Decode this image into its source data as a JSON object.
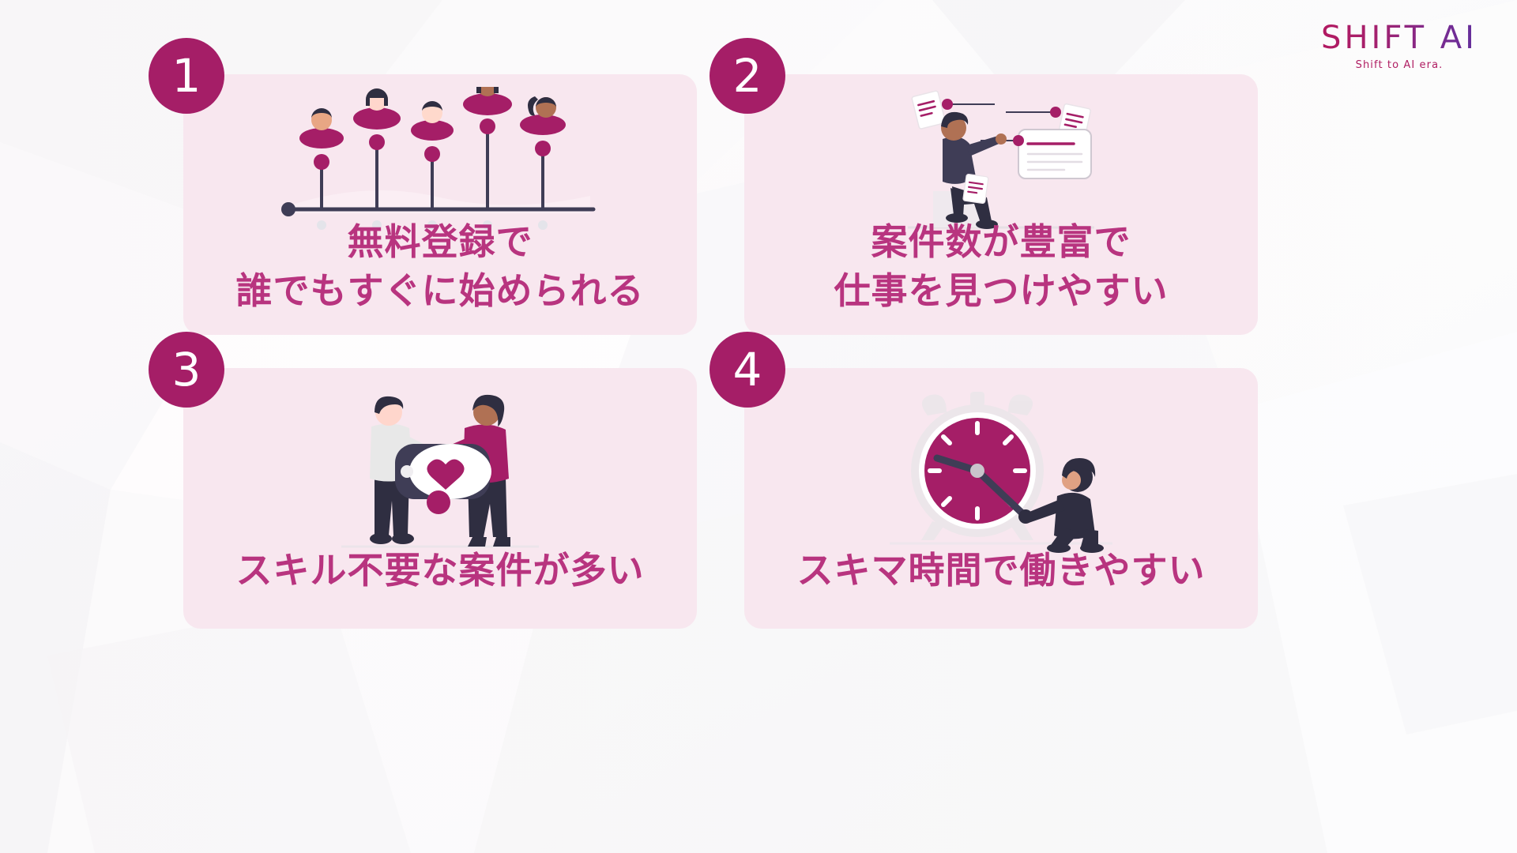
{
  "brand": {
    "logo_wordmark": "SHIFT AI",
    "logo_tagline": "Shift to AI era.",
    "accent_color": "#a51e67",
    "text_color": "#b8347f",
    "card_background": "#f8e7ef",
    "page_background": "#ffffff"
  },
  "cards": [
    {
      "number": "1",
      "illustration": "people-chart-icon",
      "lines": [
        "無料登録で",
        "誰でもすぐに始められる"
      ]
    },
    {
      "number": "2",
      "illustration": "person-organizing-notes-icon",
      "lines": [
        "案件数が豊富で",
        "仕事を見つけやすい"
      ]
    },
    {
      "number": "3",
      "illustration": "two-people-holding-phone-icon",
      "lines": [
        "スキル不要な案件が多い"
      ]
    },
    {
      "number": "4",
      "illustration": "person-pushing-clock-icon",
      "lines": [
        "スキマ時間で働きやすい"
      ]
    }
  ]
}
